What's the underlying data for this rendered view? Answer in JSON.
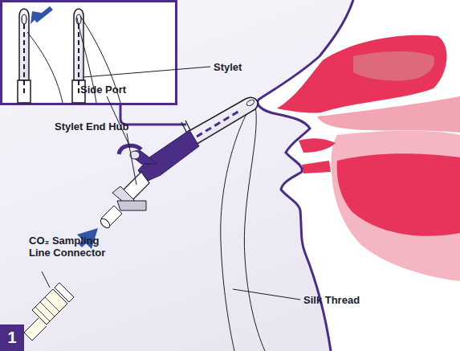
{
  "diagram": {
    "labels": [
      "Stylet",
      "Side Port",
      "Stylet End Hub",
      "CO₂ Sampling Line Connector",
      "Silk Thread",
      "1"
    ]
  }
}
